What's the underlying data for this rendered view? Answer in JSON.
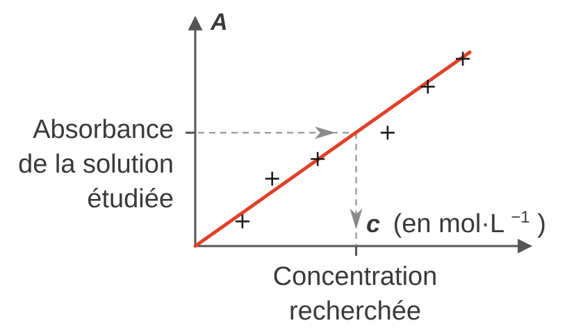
{
  "chart_data": {
    "type": "scatter",
    "y_axis_label": "A",
    "x_axis_symbol": "c",
    "x_axis_unit": "(en mol·L",
    "x_axis_unit_exp": "−1",
    "x_axis_unit_close": ")",
    "points": [
      {
        "x": 0.27,
        "y": 0.15
      },
      {
        "x": 0.44,
        "y": 0.41
      },
      {
        "x": 0.7,
        "y": 0.53
      },
      {
        "x": 1.1,
        "y": 0.69
      },
      {
        "x": 1.33,
        "y": 0.97
      },
      {
        "x": 1.53,
        "y": 1.14
      }
    ],
    "fit_line": {
      "x": [
        0,
        1.57
      ],
      "y": [
        0,
        1.18
      ]
    },
    "reading": {
      "x": 0.92,
      "y": 0.69
    },
    "annotation_y": [
      "Absorbance",
      "de la solution",
      "étudiée"
    ],
    "annotation_x": [
      "Concentration",
      "recherchée"
    ],
    "xlim": [
      0,
      1.8
    ],
    "ylim": [
      0,
      1.35
    ],
    "colors": {
      "fit_line": "#e1402a",
      "axes": "#555555",
      "guides": "#8a8a8a",
      "marks": "#1a1a1a"
    },
    "grid": false
  }
}
